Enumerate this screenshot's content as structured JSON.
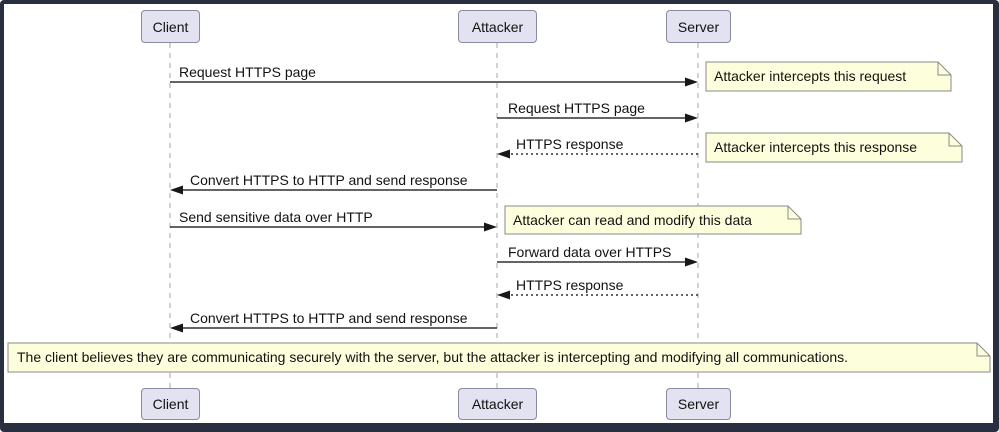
{
  "diagram_type": "sequence-diagram",
  "participants": [
    {
      "name": "Client"
    },
    {
      "name": "Attacker"
    },
    {
      "name": "Server"
    }
  ],
  "messages": [
    {
      "from": "Client",
      "to": "Server",
      "label": "Request HTTPS page",
      "line": "solid",
      "direction": "right"
    },
    {
      "from": "Attacker",
      "to": "Server",
      "label": "Request HTTPS page",
      "line": "solid",
      "direction": "right"
    },
    {
      "from": "Server",
      "to": "Attacker",
      "label": "HTTPS response",
      "line": "dotted",
      "direction": "left"
    },
    {
      "from": "Attacker",
      "to": "Client",
      "label": "Convert HTTPS to HTTP and send response",
      "line": "solid",
      "direction": "left"
    },
    {
      "from": "Client",
      "to": "Attacker",
      "label": "Send sensitive data over HTTP",
      "line": "solid",
      "direction": "right"
    },
    {
      "from": "Attacker",
      "to": "Server",
      "label": "Forward data over HTTPS",
      "line": "solid",
      "direction": "right"
    },
    {
      "from": "Server",
      "to": "Attacker",
      "label": "HTTPS response",
      "line": "dotted",
      "direction": "left"
    },
    {
      "from": "Attacker",
      "to": "Client",
      "label": "Convert HTTPS to HTTP and send response",
      "line": "solid",
      "direction": "left"
    }
  ],
  "notes": [
    {
      "text": "Attacker intercepts this request",
      "anchor": "right of Server"
    },
    {
      "text": "Attacker intercepts this response",
      "anchor": "right of Server"
    },
    {
      "text": "Attacker can read and modify this data",
      "anchor": "right of Attacker"
    },
    {
      "text": "The client believes they are communicating securely with the server, but the attacker is intercepting and modifying all communications.",
      "anchor": "across"
    }
  ],
  "colors": {
    "frame": "#2A2F40",
    "canvas": "#FFFFFF",
    "participant_fill": "#E2E2F0",
    "participant_border": "#8A8AA0",
    "note_fill": "#FDFFDC",
    "note_border": "#8A8A8A",
    "line": "#303030",
    "head": "#181818",
    "lifeline": "#A6A6A6",
    "text": "#121212"
  }
}
